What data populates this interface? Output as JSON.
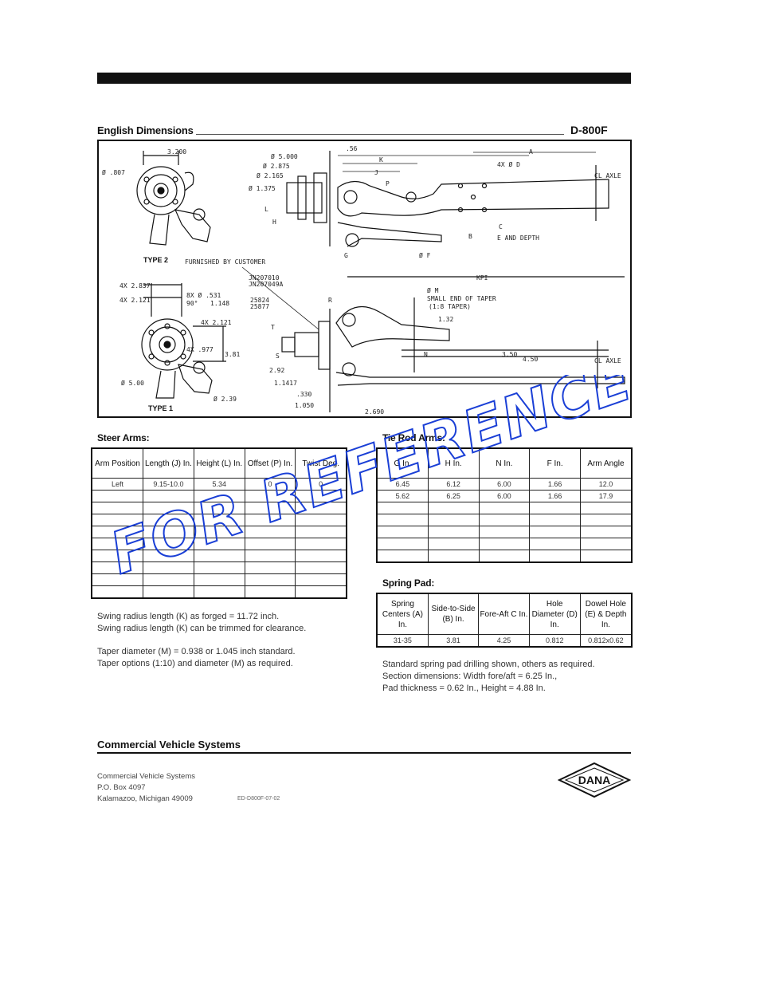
{
  "header": {
    "section_title": "English Dimensions",
    "model": "D-800F"
  },
  "drawing": {
    "type2_label": "TYPE 2",
    "type1_label": "TYPE 1",
    "callouts_left_top": [
      "3.200",
      "Ø .807"
    ],
    "callouts_left_bottom": [
      "4X 2.837",
      "4X 2.121",
      "8X Ø .531",
      "90°",
      "1.148",
      "4X 2.121",
      "4X .977",
      "3.81",
      "Ø 5.00",
      "Ø 2.39"
    ],
    "furnished_note": "FURNISHED BY CUSTOMER",
    "part_numbers": [
      "JN207010",
      "JN207049A",
      "25824",
      "25877"
    ],
    "callouts_top": [
      "Ø 5.000",
      "Ø 2.875",
      "Ø 2.165",
      "Ø 1.375",
      ".56",
      "K",
      "J",
      "P",
      "A",
      "4X Ø D",
      "CL AXLE",
      "H",
      "L",
      "C",
      "G",
      "B",
      "E AND DEPTH",
      "Ø F"
    ],
    "callouts_bottom": [
      "KPI",
      "Ø M",
      "SMALL END OF TAPER",
      "(1:8 TAPER)",
      "R",
      "1.32",
      "T",
      "N",
      "3.50",
      "4.50",
      "CL AXLE",
      "S",
      "2.92",
      "1.1417",
      ".330",
      "1.050",
      "2.690"
    ]
  },
  "steer_arms": {
    "title": "Steer Arms:",
    "headers": [
      "Arm Position",
      "Length (J) In.",
      "Height (L) In.",
      "Offset (P) In.",
      "Twist Deg."
    ],
    "rows": [
      [
        "Left",
        "9.15-10.0",
        "5.34",
        "0",
        "0"
      ],
      [
        "",
        "",
        "",
        "",
        ""
      ],
      [
        "",
        "",
        "",
        "",
        ""
      ],
      [
        "",
        "",
        "",
        "",
        ""
      ],
      [
        "",
        "",
        "",
        "",
        ""
      ],
      [
        "",
        "",
        "",
        "",
        ""
      ],
      [
        "",
        "",
        "",
        "",
        ""
      ],
      [
        "",
        "",
        "",
        "",
        ""
      ],
      [
        "",
        "",
        "",
        "",
        ""
      ],
      [
        "",
        "",
        "",
        "",
        ""
      ]
    ],
    "notes": [
      "Swing radius length (K) as forged = 11.72 inch.",
      "Swing radius length (K) can be trimmed for clearance.",
      "Taper diameter (M) = 0.938 or 1.045 inch standard.",
      "Taper options (1:10) and diameter (M) as required."
    ]
  },
  "tie_rod_arms": {
    "title": "Tie Rod Arms:",
    "headers": [
      "G In.",
      "H In.",
      "N In.",
      "F In.",
      "Arm Angle"
    ],
    "rows": [
      [
        "6.45",
        "6.12",
        "6.00",
        "1.66",
        "12.0"
      ],
      [
        "5.62",
        "6.25",
        "6.00",
        "1.66",
        "17.9"
      ],
      [
        "",
        "",
        "",
        "",
        ""
      ],
      [
        "",
        "",
        "",
        "",
        ""
      ],
      [
        "",
        "",
        "",
        "",
        ""
      ],
      [
        "",
        "",
        "",
        "",
        ""
      ],
      [
        "",
        "",
        "",
        "",
        ""
      ]
    ]
  },
  "spring_pad": {
    "title": "Spring Pad:",
    "headers": [
      "Spring Centers (A) In.",
      "Side-to-Side (B) In.",
      "Fore-Aft C In.",
      "Hole Diameter (D) In.",
      "Dowel Hole (E) & Depth In."
    ],
    "rows": [
      [
        "31-35",
        "3.81",
        "4.25",
        "0.812",
        "0.812x0.62"
      ]
    ],
    "notes": [
      "Standard spring pad drilling shown, others as required.",
      "Section dimensions: Width fore/aft = 6.25 In.,",
      "Pad thickness = 0.62 In., Height = 4.88 In."
    ]
  },
  "footer": {
    "title": "Commercial Vehicle Systems",
    "address_lines": [
      "Commercial Vehicle Systems",
      "P.O. Box 4097",
      "Kalamazoo, Michigan 49009"
    ],
    "doc_code": "ED-D800F-07-02",
    "logo_text": "DANA"
  },
  "watermark": {
    "text": "FOR REFERENCE ONLY",
    "color": "#1a3fd6"
  }
}
